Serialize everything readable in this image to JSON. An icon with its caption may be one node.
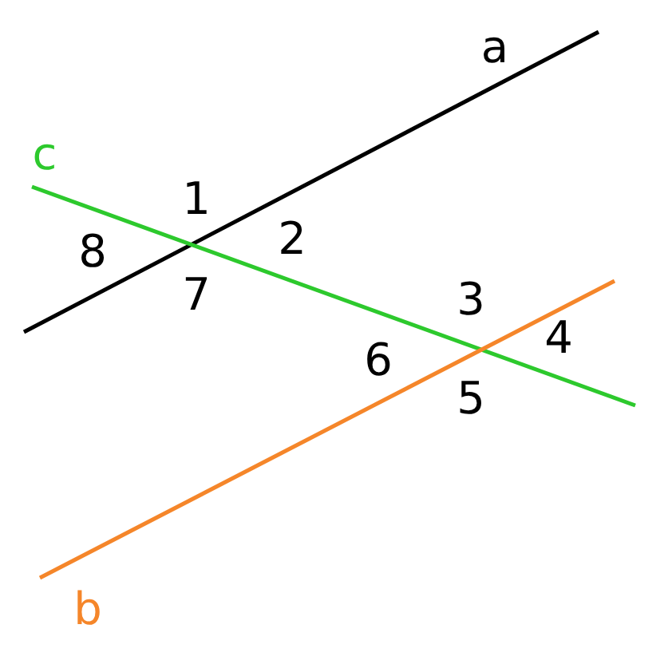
{
  "diagram": {
    "labels": [
      "a",
      "c",
      "1",
      "2",
      "8",
      "7",
      "3",
      "4",
      "6",
      "5",
      "b"
    ]
  }
}
